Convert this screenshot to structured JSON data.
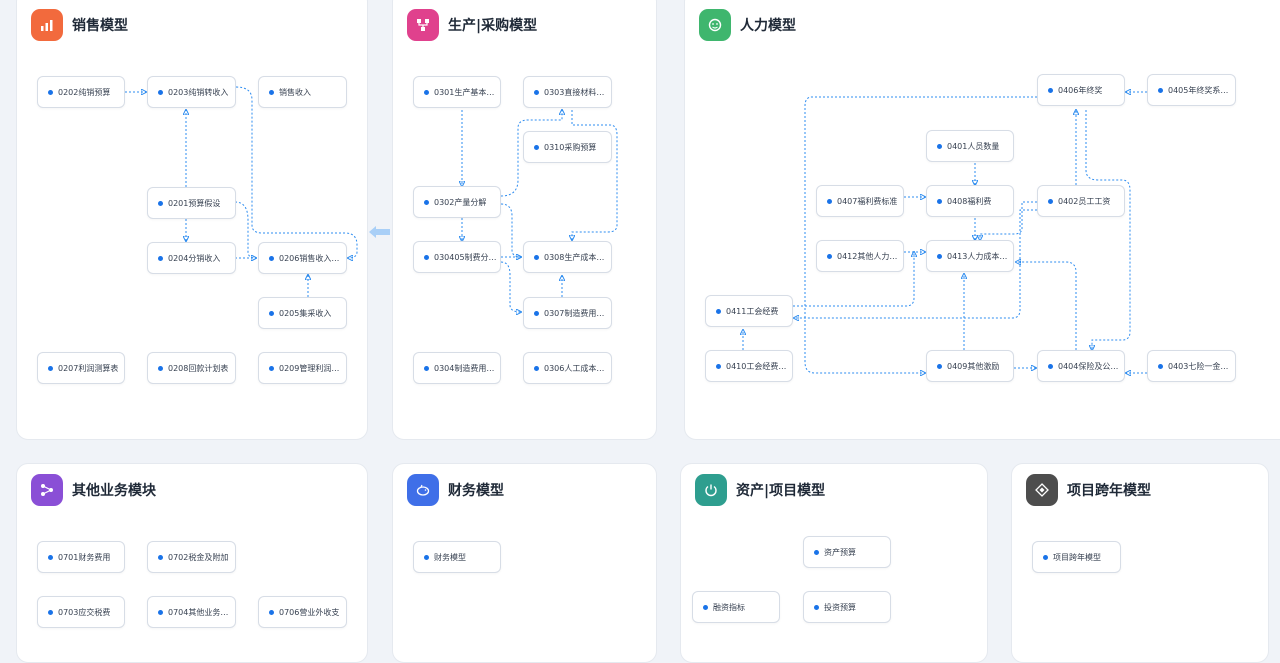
{
  "colors": {
    "accent": "#1a73e8",
    "edge": "#2d8cf0",
    "page_bg": "#f0f3f8"
  },
  "sales": {
    "title": "销售模型",
    "icon": "bar-chart-icon",
    "color": "#f26a3d",
    "nodes": {
      "n0202": "0202纯销预算",
      "n0203": "0203纯销转收入",
      "sales_income": "销售收入",
      "n0201": "0201预算假设",
      "n0204": "0204分销收入",
      "n0206": "0206销售收入…",
      "n0205": "0205集采收入",
      "n0207": "0207利润测算表",
      "n0208": "0208回款计划表",
      "n0209": "0209管理利润…"
    }
  },
  "production": {
    "title": "生产|采购模型",
    "icon": "flow-icon",
    "color": "#e0418d",
    "nodes": {
      "n0301": "0301生产基本…",
      "n0303": "0303直接材料…",
      "n0310": "0310采购预算",
      "n0302": "0302产量分解",
      "n030405": "030405制费分…",
      "n0308": "0308生产成本…",
      "n0307": "0307制造费用…",
      "n0304": "0304制造费用…",
      "n0306": "0306人工成本…"
    }
  },
  "hr": {
    "title": "人力模型",
    "icon": "face-icon",
    "color": "#3fb66e",
    "nodes": {
      "n0406": "0406年终奖",
      "n0405": "0405年终奖系…",
      "n0401": "0401人员数量",
      "n0407": "0407福利费标准",
      "n0408": "0408福利费",
      "n0402": "0402员工工资",
      "n0412": "0412其他人力…",
      "n0413": "0413人力成本…",
      "n0411": "0411工会经费",
      "n0410": "0410工会经费…",
      "n0409": "0409其他激励",
      "n0404": "0404保险及公…",
      "n0403": "0403七险一金…"
    }
  },
  "other": {
    "title": "其他业务模块",
    "icon": "share-icon",
    "color": "#8a4fd6",
    "nodes": {
      "n0701": "0701财务费用",
      "n0702": "0702税金及附加",
      "n0703": "0703应交税费",
      "n0704": "0704其他业务…",
      "n0706": "0706营业外收支"
    }
  },
  "finance": {
    "title": "财务模型",
    "icon": "piggy-bank-icon",
    "color": "#3f6fe8",
    "nodes": {
      "fin": "财务模型"
    }
  },
  "asset": {
    "title": "资产|项目模型",
    "icon": "power-icon",
    "color": "#2e9e8f",
    "nodes": {
      "asset": "资产预算",
      "financing": "融资指标",
      "invest": "投资预算"
    }
  },
  "crossyear": {
    "title": "项目跨年模型",
    "icon": "diamond-icon",
    "color": "#4d4d4d",
    "nodes": {
      "cross": "项目跨年模型"
    }
  }
}
